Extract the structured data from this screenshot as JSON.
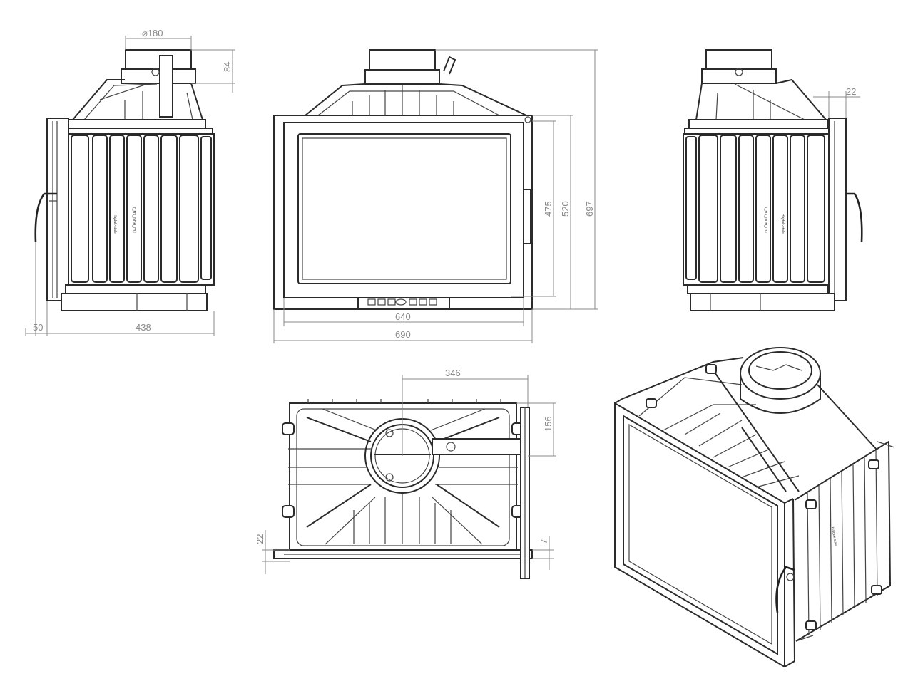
{
  "dimensions": {
    "flue_diameter": "⌀180",
    "collar_height": "84",
    "side_offset": "50",
    "depth": "438",
    "glass_height": "475",
    "door_height": "520",
    "total_height": "697",
    "inner_width": "640",
    "total_width": "690",
    "side_projection": "22",
    "flue_offset_x": "346",
    "flue_offset_y": "156",
    "base_offset": "22",
    "base_lip": "7"
  },
  "plate_stamp": "Hajduk-stale 7_NX_DDH_031",
  "colors": {
    "line": "#2b2b2b",
    "dimension": "#8a8a8a"
  }
}
